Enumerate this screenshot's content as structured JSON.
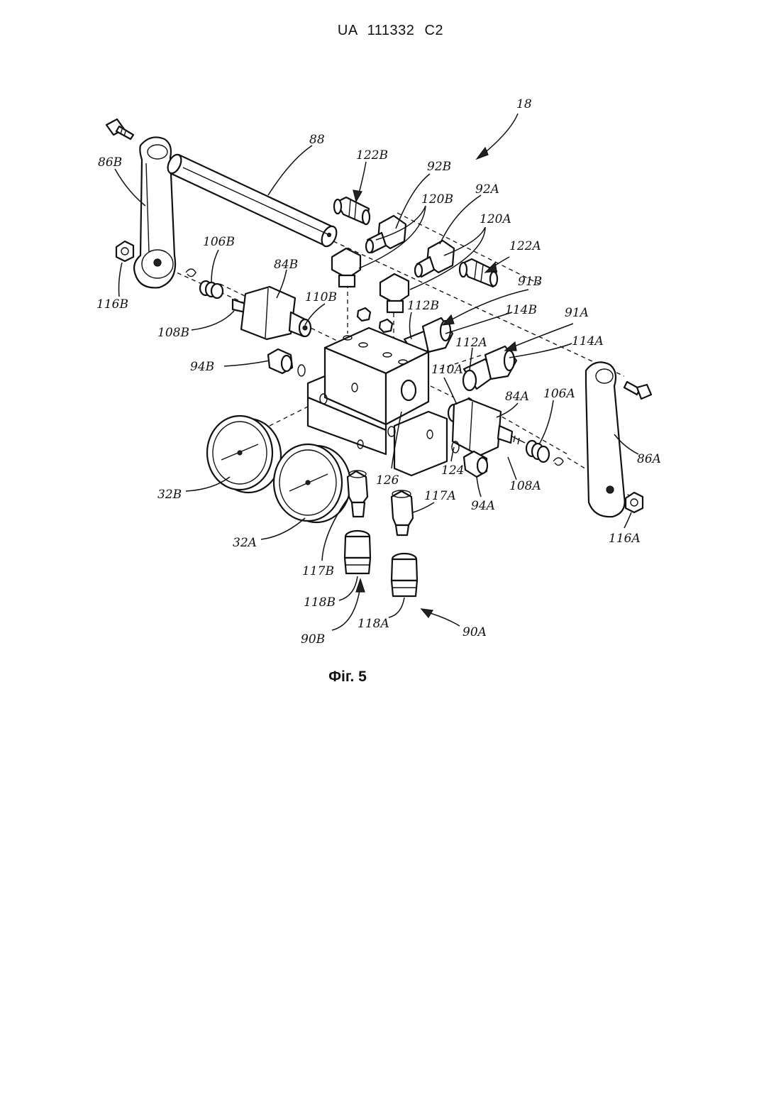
{
  "header": {
    "document_number": "UA   111332   C2"
  },
  "figure": {
    "caption": "Фіг. 5",
    "labels": {
      "l18": "18",
      "l88": "88",
      "l86B": "86B",
      "l122B": "122B",
      "l92B": "92B",
      "l92A": "92A",
      "l120B": "120B",
      "l120A": "120A",
      "l122A": "122A",
      "l106B": "106B",
      "l84B": "84B",
      "l116B": "116B",
      "l110B": "110B",
      "l91B": "91B",
      "l112B": "112B",
      "l114B": "114B",
      "l108B": "108B",
      "l91A": "91A",
      "l112A": "112A",
      "l114A": "114A",
      "l94B": "94B",
      "l110A": "110A",
      "l84A": "84A",
      "l106A": "106A",
      "l86A": "86A",
      "l124": "124",
      "l126": "126",
      "l32B": "32B",
      "l117A": "117A",
      "l108A": "108A",
      "l94A": "94A",
      "l32A": "32A",
      "l116A": "116A",
      "l117B": "117B",
      "l118B": "118B",
      "l118A": "118A",
      "l90A": "90A",
      "l90B": "90B"
    }
  }
}
